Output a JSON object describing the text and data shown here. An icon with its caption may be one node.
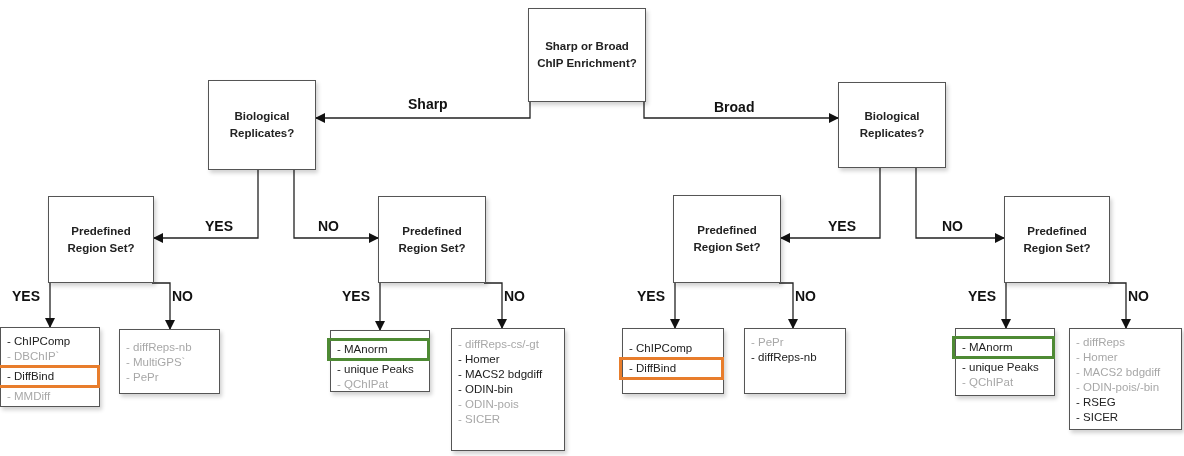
{
  "diagram": {
    "nodes": [
      {
        "text": [
          "Sharp or Broad ChIP Enrichment?"
        ]
      },
      {
        "text": [
          "Biological Replicates?"
        ]
      },
      {
        "text": [
          "Biological Replicates?"
        ]
      },
      {
        "text": [
          "Predefined Region Set?"
        ]
      },
      {
        "text": [
          "Predefined Region Set?"
        ]
      },
      {
        "text": [
          "Predefined Region Set?"
        ]
      },
      {
        "text": [
          "Predefined Region Set?"
        ]
      },
      {
        "text": [
          "- ChIPComp",
          "- DBChIP`",
          "- DiffBind",
          "- MMDiff"
        ]
      },
      {
        "text": [
          "- diffReps-nb",
          "- MultiGPS`",
          "- PePr"
        ]
      },
      {
        "text": [
          "- MAnorm",
          "- unique Peaks",
          "- QChIPat"
        ]
      },
      {
        "text": [
          "- diffReps-cs/-gt",
          "- Homer",
          "- MACS2 bdgdiff",
          "- ODIN-bin",
          "- ODIN-pois",
          "- SICER"
        ]
      },
      {
        "text": [
          "- ChIPComp",
          "- DiffBind"
        ]
      },
      {
        "text": [
          "- PePr",
          "- diffReps-nb"
        ]
      },
      {
        "text": [
          "- MAnorm",
          "- unique Peaks",
          "- QChIPat"
        ]
      },
      {
        "text": [
          "- diffReps",
          "- Homer",
          "- MACS2 bdgdiff",
          "- ODIN-pois/-bin",
          "- RSEG",
          "- SICER"
        ]
      }
    ],
    "edges": [
      {
        "from": 0,
        "to": 1,
        "arrow": "to",
        "label": "Sharp"
      },
      {
        "from": 0,
        "to": 2,
        "arrow": "to",
        "label": "Broad"
      },
      {
        "from": 1,
        "to": 3,
        "arrow": "to",
        "label": "YES"
      },
      {
        "from": 1,
        "to": 4,
        "arrow": "to",
        "label": "NO"
      },
      {
        "from": 2,
        "to": 5,
        "arrow": "to",
        "label": "YES"
      },
      {
        "from": 2,
        "to": 6,
        "arrow": "to",
        "label": "NO"
      },
      {
        "from": 3,
        "to": 7,
        "arrow": "to",
        "label": "YES"
      },
      {
        "from": 3,
        "to": 8,
        "arrow": "to",
        "label": "NO"
      },
      {
        "from": 4,
        "to": 9,
        "arrow": "to",
        "label": "YES"
      },
      {
        "from": 4,
        "to": 10,
        "arrow": "to",
        "label": "NO"
      },
      {
        "from": 5,
        "to": 11,
        "arrow": "to",
        "label": "YES"
      },
      {
        "from": 5,
        "to": 12,
        "arrow": "to",
        "label": "NO"
      },
      {
        "from": 6,
        "to": 13,
        "arrow": "to",
        "label": "YES"
      },
      {
        "from": 6,
        "to": 14,
        "arrow": "to",
        "label": "NO"
      }
    ]
  }
}
